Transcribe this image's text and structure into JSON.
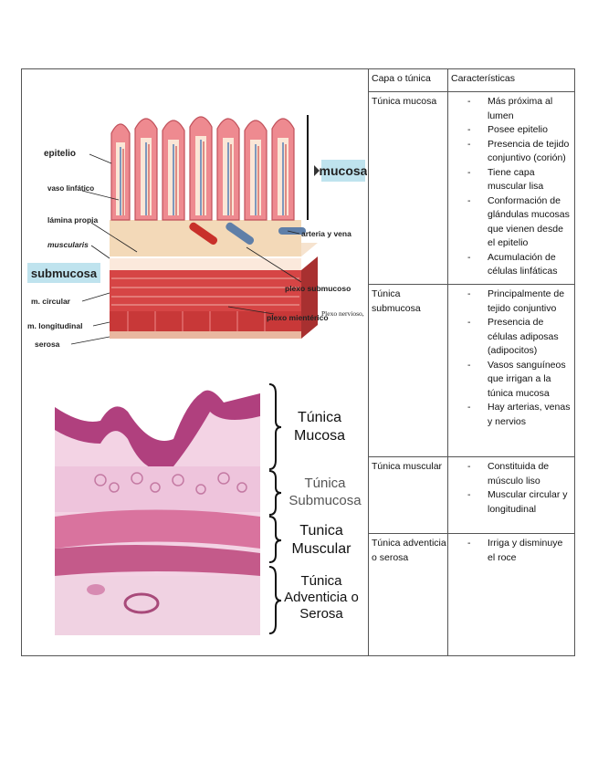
{
  "table": {
    "headers": [
      "Capa o túnica",
      "Características"
    ],
    "rows": [
      {
        "layer": "Túnica mucosa",
        "features": [
          "Más próxima al lumen",
          "Posee epitelio",
          "Presencia de tejido conjuntivo (corión)",
          "Tiene capa muscular lisa",
          "Conformación de glándulas mucosas que vienen desde el epitelio",
          "Acumulación de células linfáticas"
        ]
      },
      {
        "layer": "Túnica submucosa",
        "features": [
          "Principalmente de tejido conjuntivo",
          "Presencia de células adiposas (adipocitos)",
          "Vasos sanguíneos que irrigan a la túnica mucosa",
          "Hay arterias, venas y nervios"
        ]
      },
      {
        "layer": "Túnica muscular",
        "features": [
          "Constituida de músculo liso",
          "Muscular circular y longitudinal"
        ]
      },
      {
        "layer": "Túnica adventicia o serosa",
        "features": [
          "Irriga y disminuye el roce"
        ]
      }
    ]
  },
  "drawing": {
    "labels": {
      "epitelio": "epitelio",
      "vaso_linfatico": "vaso linfático",
      "lamina_propia": "lámina propia",
      "muscularis": "muscularis",
      "submucosa": "submucosa",
      "m_circular": "m. circular",
      "m_longitudinal": "m. longitudinal",
      "serosa": "serosa",
      "mucosa": "mucosa",
      "arteria_vena": "arteria y vena",
      "plexo_submucoso": "plexo submucoso",
      "plexo_nervioso": "Plexo nervioso,",
      "plexo_mienterico": "plexo mientérico"
    }
  },
  "micrograph": {
    "layers": [
      "Túnica Mucosa",
      "Túnica Submucosa",
      "Tunica Muscular",
      "Túnica Adventicia o Serosa"
    ]
  },
  "colors": {
    "mucosa_pink": "#e8707a",
    "submucosa_tan": "#f3d9b8",
    "muscle_red": "#d04040",
    "badge_blue": "#bfe3ee",
    "stain_purple": "#b0407e",
    "stain_light": "#eec4dc"
  }
}
